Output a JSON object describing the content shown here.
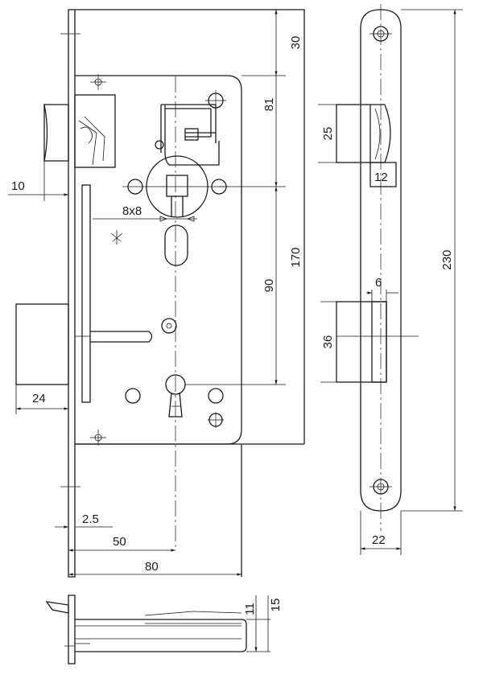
{
  "dimensions": {
    "backset_30": "30",
    "distance_81": "81",
    "height_170": "170",
    "distance_90": "90",
    "latch_offset_10": "10",
    "spindle_8x8": "8x8",
    "deadbolt_24": "24",
    "faceplate_2_5": "2.5",
    "backset_50": "50",
    "width_80": "80",
    "latch_height_25": "25",
    "latch_depth_12": "12",
    "bolt_width_6": "6",
    "bolt_height_36": "36",
    "faceplate_length_230": "230",
    "faceplate_width_22": "22",
    "thickness_11": "11",
    "thickness_15": "15"
  },
  "colors": {
    "line": "#1a1a1a",
    "background": "#ffffff"
  }
}
